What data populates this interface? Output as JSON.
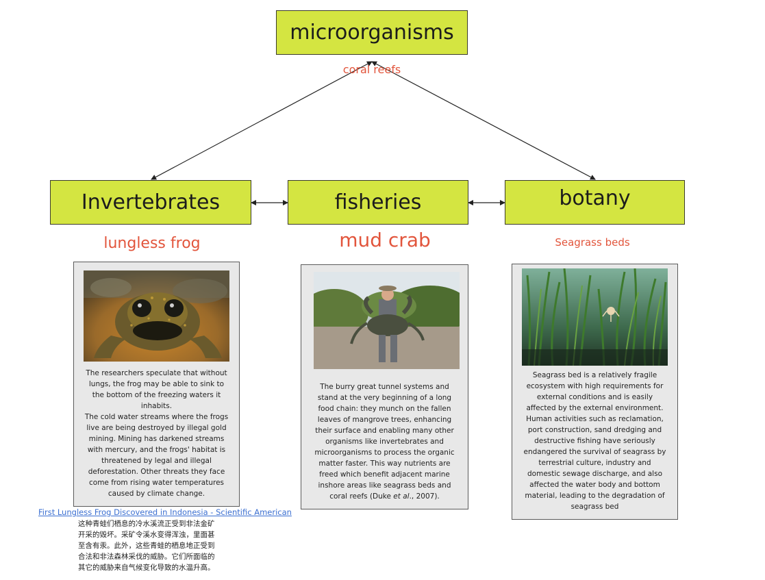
{
  "nodes": {
    "top": "microorganisms",
    "left": "Invertebrates",
    "middle": "fisheries",
    "right": "botany"
  },
  "labels": {
    "top": "coral reefs",
    "left": "lungless frog",
    "middle": "mud crab",
    "right": "Seagrass beds"
  },
  "cards": {
    "left_text": "The researchers speculate that without\nlungs, the frog may be able to sink to\nthe bottom of the freezing waters it\ninhabits.\nThe cold water streams where the frogs\nlive are being destroyed by illegal gold\nmining. Mining has darkened streams\nwith mercury, and the frogs' habitat is\nthreatened by legal and illegal\ndeforestation. Other threats they face\ncome from rising water temperatures\ncaused by climate change.",
    "middle_text_before": "The burry great tunnel systems and\nstand at the very beginning of a long\nfood chain: they munch on the fallen\nleaves of mangrove trees, enhancing\ntheir surface and enabling many other\norganisms like invertebrates and\nmicroorganisms to process the organic\nmatter faster. This way nutrients are\nfreed which benefit adjacent marine\ninshore areas like seagrass beds and\ncoral reefs (Duke ",
    "middle_text_italic": "et al",
    "middle_text_after": "., 2007).",
    "right_text": "Seagrass bed is a relatively fragile\necosystem with high requirements for\nexternal conditions and is easily\naffected by the external environment.\nHuman activities such as reclamation,\nport construction, sand dredging and\ndestructive fishing have seriously\nendangered the survival of seagrass by\nterrestrial culture, industry and\ndomestic sewage discharge, and also\naffected the water body and bottom\nmaterial, leading to the degradation of\nseagrass bed"
  },
  "link": "First Lungless Frog Discovered in Indonesia - Scientific American",
  "chinese_text": "这种青蛙们栖息的冷水溪流正受到非法金矿\n开采的毁坏。采矿令溪水变得浑浊，里面甚\n至含有汞。此外，这些青蛙的栖息地正受到\n合法和非法森林采伐的威胁。它们所面临的\n其它的威胁来自气候变化导致的水温升高。",
  "colors": {
    "node_fill": "#d4e541",
    "label_red": "#e2553c",
    "card_fill": "#e8e8e8",
    "link_blue": "#3b6fd1"
  }
}
